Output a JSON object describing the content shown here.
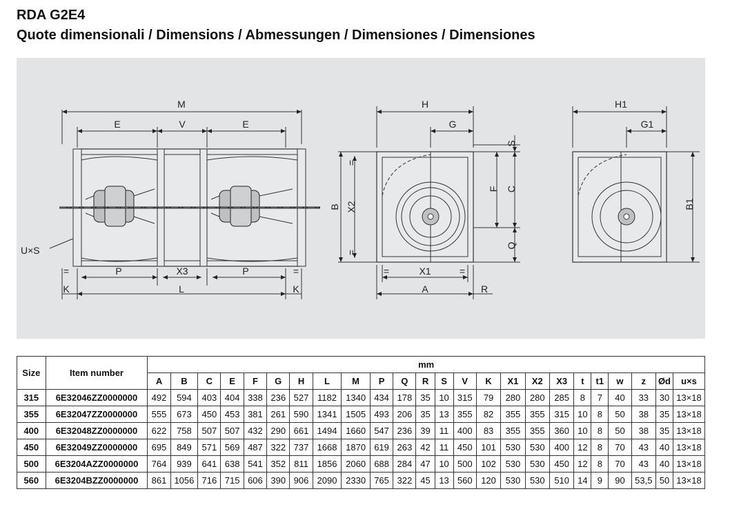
{
  "header": {
    "title": "RDA G2E4",
    "subtitle": "Quote dimensionali / Dimensions / Abmessungen / Dimensiones / Dimensiones"
  },
  "drawing": {
    "labels": {
      "M": "M",
      "E1": "E",
      "V": "V",
      "E2": "E",
      "UxS": "U×S",
      "P1": "P",
      "X3": "X3",
      "P2": "P",
      "K1": "K",
      "L": "L",
      "K2": "K",
      "H": "H",
      "G": "G",
      "S": "S",
      "B": "B",
      "X2": "X2",
      "F": "F",
      "C": "C",
      "Q": "Q",
      "eq1": "=",
      "eq2": "=",
      "eq3": "=",
      "eq4": "=",
      "eq5": "=",
      "eq6": "=",
      "X1": "X1",
      "A": "A",
      "R": "R",
      "H1": "H1",
      "G1": "G1",
      "B1": "B1"
    }
  },
  "table": {
    "size_header": "Size",
    "item_header": "Item number",
    "unit_header": "mm",
    "columns": [
      "A",
      "B",
      "C",
      "E",
      "F",
      "G",
      "H",
      "L",
      "M",
      "P",
      "Q",
      "R",
      "S",
      "V",
      "K",
      "X1",
      "X2",
      "X3",
      "t",
      "t1",
      "w",
      "z",
      "Ød",
      "u×s"
    ],
    "rows": [
      {
        "size": "315",
        "item": "6E32046ZZ0000000",
        "values": [
          "492",
          "594",
          "403",
          "404",
          "338",
          "236",
          "527",
          "1182",
          "1340",
          "434",
          "178",
          "35",
          "10",
          "315",
          "79",
          "280",
          "280",
          "285",
          "8",
          "7",
          "40",
          "33",
          "30",
          "13×18"
        ]
      },
      {
        "size": "355",
        "item": "6E32047ZZ0000000",
        "values": [
          "555",
          "673",
          "450",
          "453",
          "381",
          "261",
          "590",
          "1341",
          "1505",
          "493",
          "206",
          "35",
          "13",
          "355",
          "82",
          "355",
          "355",
          "315",
          "10",
          "8",
          "50",
          "38",
          "35",
          "13×18"
        ]
      },
      {
        "size": "400",
        "item": "6E32048ZZ0000000",
        "values": [
          "622",
          "758",
          "507",
          "507",
          "432",
          "290",
          "661",
          "1494",
          "1660",
          "547",
          "236",
          "39",
          "11",
          "400",
          "83",
          "355",
          "355",
          "360",
          "10",
          "8",
          "50",
          "38",
          "35",
          "13×18"
        ]
      },
      {
        "size": "450",
        "item": "6E32049ZZ0000000",
        "values": [
          "695",
          "849",
          "571",
          "569",
          "487",
          "322",
          "737",
          "1668",
          "1870",
          "619",
          "263",
          "42",
          "11",
          "450",
          "101",
          "530",
          "530",
          "400",
          "12",
          "8",
          "70",
          "43",
          "40",
          "13×18"
        ]
      },
      {
        "size": "500",
        "item": "6E3204AZZ0000000",
        "values": [
          "764",
          "939",
          "641",
          "638",
          "541",
          "352",
          "811",
          "1856",
          "2060",
          "688",
          "284",
          "47",
          "10",
          "500",
          "102",
          "530",
          "530",
          "450",
          "12",
          "8",
          "70",
          "43",
          "40",
          "13×18"
        ]
      },
      {
        "size": "560",
        "item": "6E3204BZZ0000000",
        "values": [
          "861",
          "1056",
          "716",
          "715",
          "606",
          "390",
          "906",
          "2090",
          "2330",
          "765",
          "322",
          "45",
          "13",
          "560",
          "120",
          "530",
          "530",
          "510",
          "14",
          "9",
          "90",
          "53,5",
          "50",
          "13×18"
        ]
      }
    ]
  }
}
